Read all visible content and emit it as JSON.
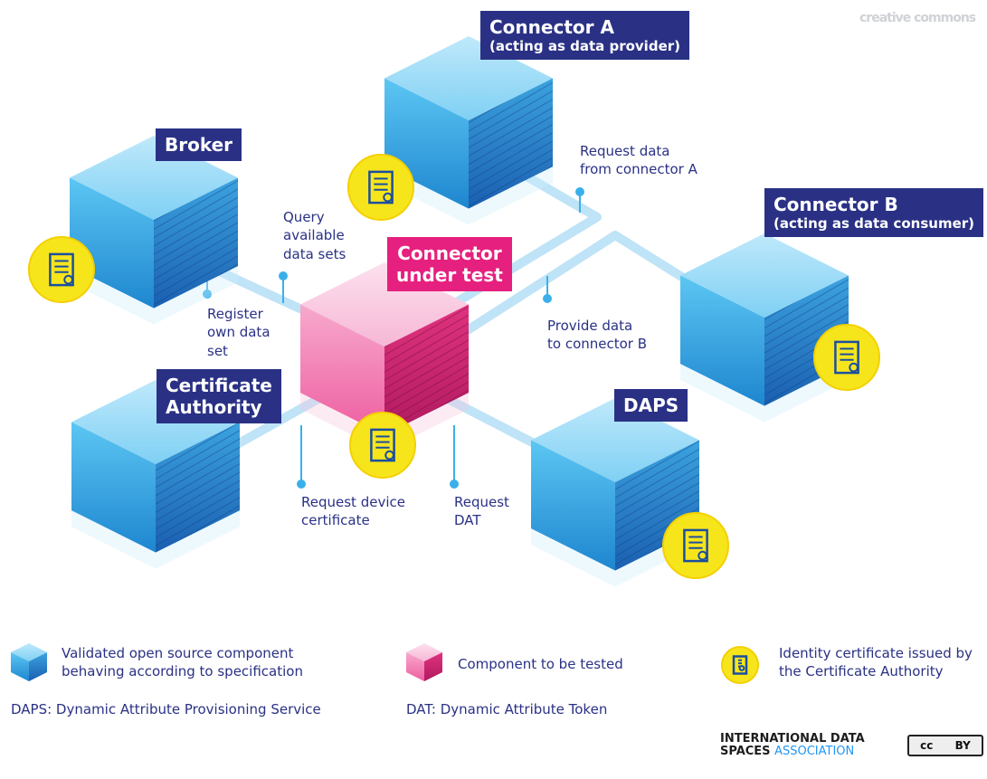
{
  "boxes": {
    "connector_a": {
      "title": "Connector A",
      "subtitle": "(acting as data provider)"
    },
    "connector_b": {
      "title": "Connector B",
      "subtitle": "(acting as data consumer)"
    },
    "broker": {
      "title": "Broker"
    },
    "connector_under_test": {
      "line1": "Connector",
      "line2": "under test"
    },
    "certificate_authority": {
      "line1": "Certificate",
      "line2": "Authority"
    },
    "daps": {
      "title": "DAPS"
    }
  },
  "annotations": {
    "request_data": "Request data\nfrom connector A",
    "query": "Query\navailable\ndata sets",
    "register": "Register\nown data\nset",
    "provide": "Provide data\nto connector B",
    "request_cert": "Request device\ncertificate",
    "request_dat": "Request\nDAT"
  },
  "legend": {
    "validated": "Validated open source component\nbehaving according to specification",
    "tested": "Component to be tested",
    "identity": "Identity certificate issued by\nthe Certificate Authority"
  },
  "footnotes": {
    "daps": "DAPS: Dynamic Attribute Provisioning Service",
    "dat": "DAT: Dynamic Attribute Token"
  },
  "logo": {
    "line1": "INTERNATIONAL DATA",
    "line2a": "SPACES",
    "line2b": "ASSOCIATION"
  },
  "cc_badge": {
    "cc": "cc",
    "by": "BY"
  },
  "cc_corner": "creative commons",
  "colors": {
    "navy": "#2a3185",
    "pink": "#e6207f",
    "blue": "#3ab0ea",
    "yellow": "#f7e51c"
  }
}
